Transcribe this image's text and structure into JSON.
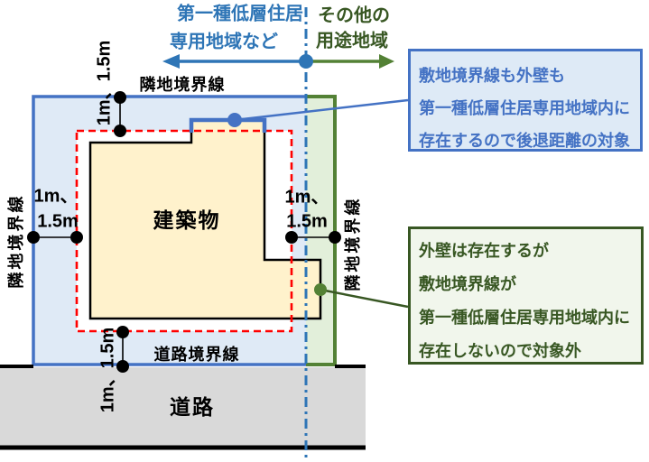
{
  "zone_axis": {
    "left_zone": {
      "line1": "第一種低層住居",
      "line2": "専用地域など"
    },
    "right_zone": {
      "line1": "その他の",
      "line2": "用途地域"
    }
  },
  "boundaries": {
    "adjacent_top": "隣地境界線",
    "adjacent_left": "隣地境界線",
    "adjacent_right": "隣地境界線",
    "road": "道路境界線"
  },
  "labels": {
    "building": "建築物",
    "road": "道路"
  },
  "measurements": {
    "left_line1": "1m、",
    "left_line2": "1.5m",
    "right_line1": "1m、",
    "right_line2": "1.5m",
    "top": "1m、1.5m",
    "bottom": "1m、1.5m"
  },
  "callouts": {
    "blue": {
      "lines": [
        "敷地境界線も外壁も",
        "第一種低層住居専用地域内に",
        "存在するので後退距離の対象"
      ]
    },
    "green": {
      "lines": [
        "外壁は存在するが",
        "敷地境界線が",
        "第一種低層住居専用地域内に",
        "存在しないので対象外"
      ]
    }
  },
  "colors": {
    "site_border_blue": "#4472C4",
    "site_fill_blue": "#DEEAF6",
    "zone_border_green": "#538135",
    "zone_fill_green": "#E2EFDA",
    "building_fill": "#FFF2CC",
    "setback_dash_red": "#FF0000",
    "road_fill_gray": "#D9D9D9",
    "axis_blue": "#2E75B6",
    "text_green": "#385723"
  }
}
